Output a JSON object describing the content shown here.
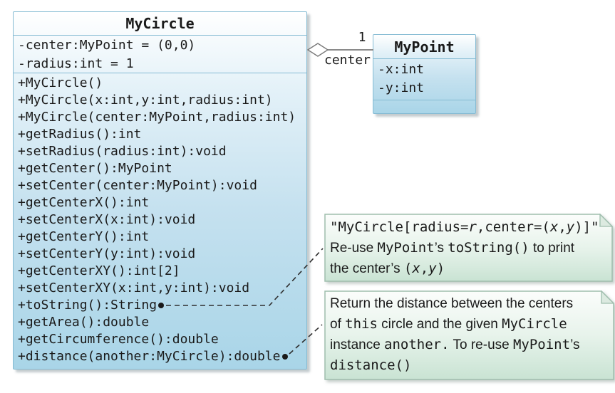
{
  "diagram_title": "MyCircle UML class diagram",
  "classes": {
    "mycircle": {
      "name": "MyCircle",
      "attributes": [
        "-center:MyPoint = (0,0)",
        "-radius:int = 1"
      ],
      "methods": [
        "+MyCircle()",
        "+MyCircle(x:int,y:int,radius:int)",
        "+MyCircle(center:MyPoint,radius:int)",
        "+getRadius():int",
        "+setRadius(radius:int):void",
        "+getCenter():MyPoint",
        "+setCenter(center:MyPoint):void",
        "+getCenterX():int",
        "+setCenterX(x:int):void",
        "+getCenterY():int",
        "+setCenterY(y:int):void",
        "+getCenterXY():int[2]",
        "+setCenterXY(x:int,y:int):void",
        "+toString():String",
        "+getArea():double",
        "+getCircumference():double",
        "+distance(another:MyCircle):double"
      ]
    },
    "mypoint": {
      "name": "MyPoint",
      "attributes": [
        "-x:int",
        "-y:int"
      ],
      "methods": []
    }
  },
  "association": {
    "type": "aggregation",
    "multiplicity": "1",
    "role": "center"
  },
  "notes": [
    {
      "attached_to": "+toString():String",
      "segments": [
        {
          "t": "\"MyCircle[radius=",
          "f": "code"
        },
        {
          "t": "r",
          "f": "codei"
        },
        {
          "t": ",center=(",
          "f": "code"
        },
        {
          "t": "x",
          "f": "codei"
        },
        {
          "t": ",",
          "f": "code"
        },
        {
          "t": "y",
          "f": "codei"
        },
        {
          "t": ")]\"",
          "f": "code"
        },
        {
          "f": "br"
        },
        {
          "t": "Re-use ",
          "f": "text"
        },
        {
          "t": "MyPoint",
          "f": "code"
        },
        {
          "t": "’s ",
          "f": "text"
        },
        {
          "t": "toString()",
          "f": "code"
        },
        {
          "t": " to print",
          "f": "text"
        },
        {
          "f": "br"
        },
        {
          "t": "the center’s ",
          "f": "text"
        },
        {
          "t": "(",
          "f": "code"
        },
        {
          "t": "x",
          "f": "codei"
        },
        {
          "t": ",",
          "f": "code"
        },
        {
          "t": "y",
          "f": "codei"
        },
        {
          "t": ")",
          "f": "code"
        }
      ]
    },
    {
      "attached_to": "+distance(another:MyCircle):double",
      "segments": [
        {
          "t": "Return the distance between the centers",
          "f": "text"
        },
        {
          "f": "br"
        },
        {
          "t": "of ",
          "f": "text"
        },
        {
          "t": "this",
          "f": "code"
        },
        {
          "t": " circle and the given ",
          "f": "text"
        },
        {
          "t": "MyCircle",
          "f": "code"
        },
        {
          "f": "br"
        },
        {
          "t": "instance ",
          "f": "text"
        },
        {
          "t": "another.",
          "f": "code"
        },
        {
          "t": "  To re-use ",
          "f": "text"
        },
        {
          "t": "MyPoint",
          "f": "code"
        },
        {
          "t": "’s",
          "f": "text"
        },
        {
          "f": "br"
        },
        {
          "t": "distance()",
          "f": "code"
        }
      ]
    }
  ],
  "colors": {
    "class_border": "#85BBD3",
    "class_fill_top": "#FFFFFF",
    "class_fill_bottom": "#A9D5E8",
    "note_border": "#9FBEAD",
    "note_fill_top": "#FBFDFB",
    "note_fill_bottom": "#C9E3D3",
    "note_fold_fill": "#DCEAE0",
    "assoc_line": "#7A7A7A",
    "connector": "#2F2F2F",
    "text": "#1A1A1A"
  }
}
